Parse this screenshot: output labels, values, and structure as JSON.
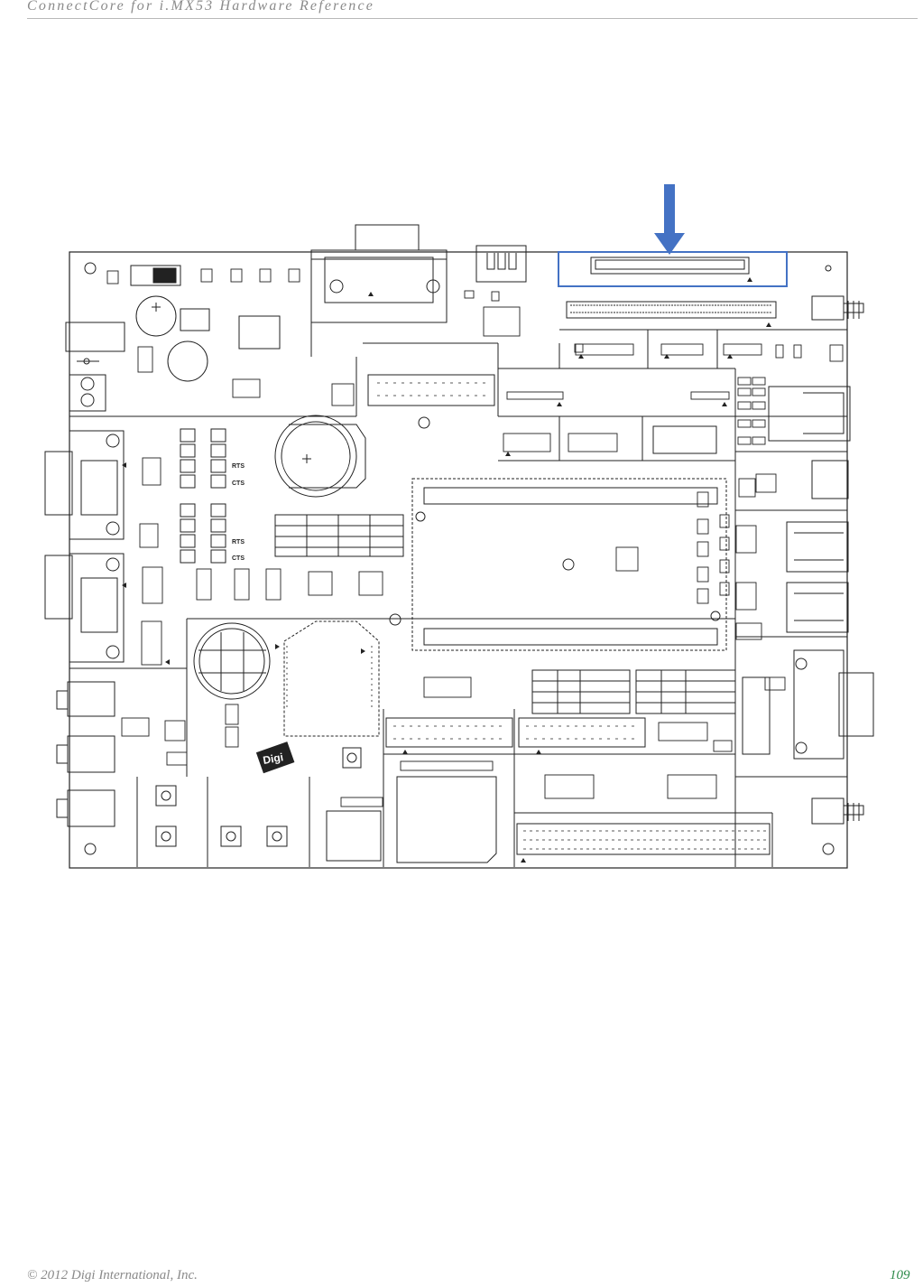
{
  "header": {
    "title": "ConnectCore for i.MX53 Hardware Reference"
  },
  "figure": {
    "labels": {
      "rts_1": "RTS",
      "cts_1": "CTS",
      "rts_2": "RTS",
      "cts_2": "CTS",
      "logo": "Digi"
    },
    "highlight_color": "#4472c4",
    "arrow_color": "#4472c4"
  },
  "footer": {
    "copyright": "© 2012 Digi International, Inc.",
    "page_number": "109"
  }
}
